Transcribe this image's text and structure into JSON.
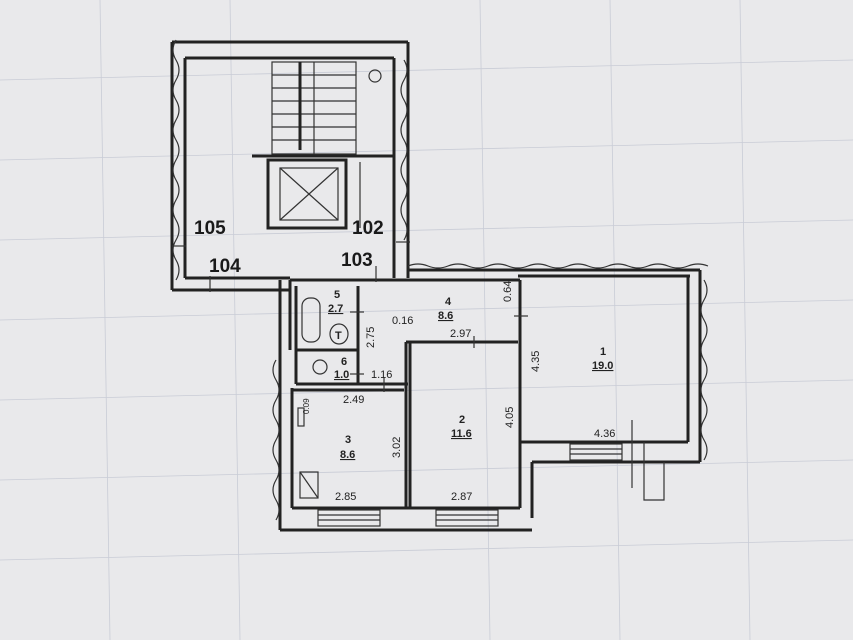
{
  "apartments": {
    "a105": "105",
    "a104": "104",
    "a102": "102",
    "a103": "103"
  },
  "rooms": [
    {
      "id": "1",
      "area": "19.0"
    },
    {
      "id": "2",
      "area": "11.6"
    },
    {
      "id": "3",
      "area": "8.6"
    },
    {
      "id": "4",
      "area": "8.6"
    },
    {
      "id": "5",
      "area": "2.7"
    },
    {
      "id": "6",
      "area": "1.0"
    }
  ],
  "dimensions": {
    "d_0_64": "0.64",
    "d_0_16": "0.16",
    "d_2_97": "2.97",
    "d_2_75": "2.75",
    "d_4_35": "4.35",
    "d_1_16": "1.16",
    "d_2_49": "2.49",
    "d_0_09": "0.09",
    "d_3_02": "3.02",
    "d_4_05": "4.05",
    "d_4_36": "4.36",
    "d_2_85": "2.85",
    "d_2_87": "2.87"
  },
  "colors": {
    "paper": "#e9e9eb",
    "ink": "#222222",
    "grid": "#c9ccd6"
  }
}
